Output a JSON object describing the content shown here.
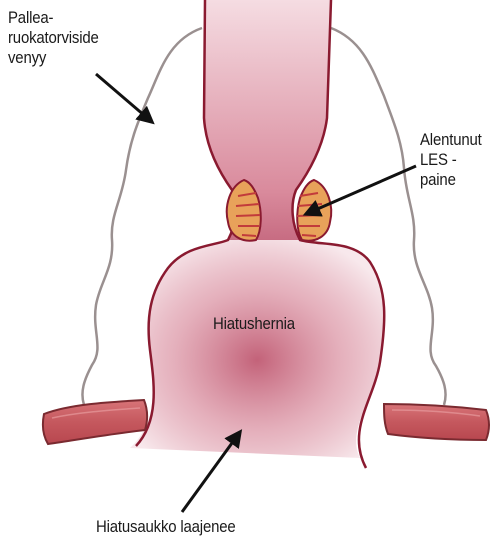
{
  "labels": {
    "ligament": "Pallea-\nruokatorviside\nvenyy",
    "les": "Alentunut\nLES -paine",
    "hernia": "Hiatushernia",
    "hiatus": "Hiatusaukko laajenee"
  },
  "colors": {
    "outline": "#8a1a30",
    "fill_core": "#c05a72",
    "fill_edge": "#f7e6ea",
    "ligament": "#9a9090",
    "muscle": "#c9646a",
    "muscle_stripe": "#e09a52",
    "arrow": "#111111"
  }
}
